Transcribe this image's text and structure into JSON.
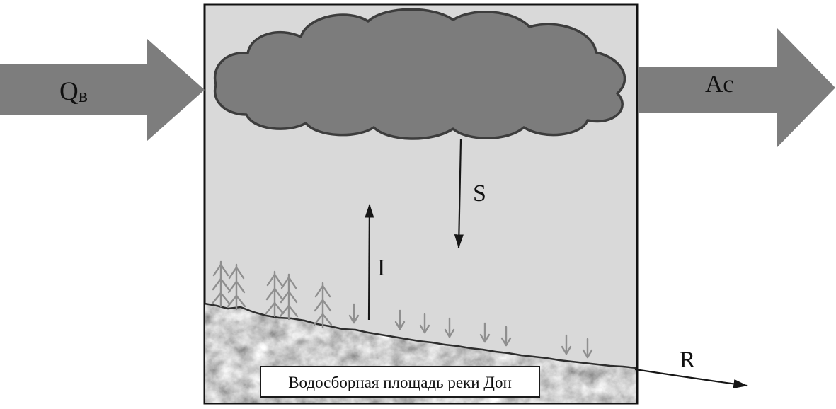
{
  "figure": {
    "labels": {
      "inflow_main": "Q",
      "inflow_sub": "в",
      "outflow": "Ac",
      "precipitation": "S",
      "evaporation": "I",
      "runoff": "R",
      "watershed_caption": "Водосборная площадь реки Дон"
    },
    "colors": {
      "box_fill": "#d9d9d9",
      "box_border": "#111111",
      "cloud_fill": "#7c7c7c",
      "cloud_stroke": "#3d3d3d",
      "block_arrow_fill": "#7d7d7d",
      "thin_arrow": "#161616",
      "vegetation": "#8f8f8f",
      "caption_bg": "#ffffff"
    }
  }
}
